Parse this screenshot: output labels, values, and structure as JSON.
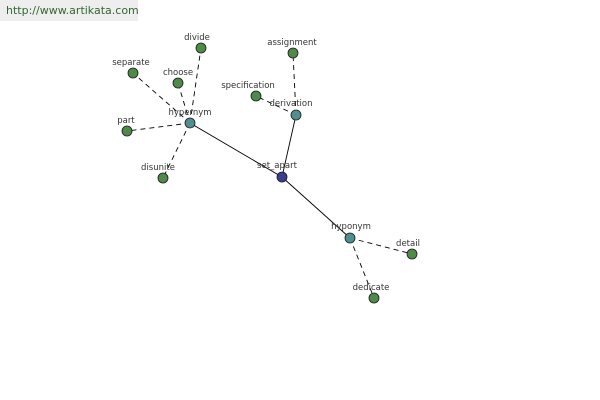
{
  "watermark": "http://www.artikata.com",
  "colors": {
    "center": "#3a3f8f",
    "relation": "#4f8f8f",
    "leaf": "#4f8a4a",
    "edge": "#000000"
  },
  "nodes": {
    "set_apart": {
      "label": "set_apart",
      "kind": "center"
    },
    "hypernym": {
      "label": "hypernym",
      "kind": "relation"
    },
    "derivation": {
      "label": "derivation",
      "kind": "relation"
    },
    "hyponym": {
      "label": "hyponym",
      "kind": "relation"
    },
    "divide": {
      "label": "divide",
      "kind": "leaf"
    },
    "separate": {
      "label": "separate",
      "kind": "leaf"
    },
    "choose": {
      "label": "choose",
      "kind": "leaf"
    },
    "part": {
      "label": "part",
      "kind": "leaf"
    },
    "disunite": {
      "label": "disunite",
      "kind": "leaf"
    },
    "assignment": {
      "label": "assignment",
      "kind": "leaf"
    },
    "specification": {
      "label": "specification",
      "kind": "leaf"
    },
    "detail": {
      "label": "detail",
      "kind": "leaf"
    },
    "dedicate": {
      "label": "dedicate",
      "kind": "leaf"
    }
  },
  "edges": [
    {
      "from": "set_apart",
      "to": "hypernym",
      "style": "solid"
    },
    {
      "from": "set_apart",
      "to": "derivation",
      "style": "solid"
    },
    {
      "from": "set_apart",
      "to": "hyponym",
      "style": "solid"
    },
    {
      "from": "hypernym",
      "to": "divide",
      "style": "dashed"
    },
    {
      "from": "hypernym",
      "to": "separate",
      "style": "dashed"
    },
    {
      "from": "hypernym",
      "to": "choose",
      "style": "dashed"
    },
    {
      "from": "hypernym",
      "to": "part",
      "style": "dashed"
    },
    {
      "from": "hypernym",
      "to": "disunite",
      "style": "dashed"
    },
    {
      "from": "derivation",
      "to": "assignment",
      "style": "dashed"
    },
    {
      "from": "derivation",
      "to": "specification",
      "style": "dashed"
    },
    {
      "from": "hyponym",
      "to": "detail",
      "style": "dashed"
    },
    {
      "from": "hyponym",
      "to": "dedicate",
      "style": "dashed"
    }
  ]
}
